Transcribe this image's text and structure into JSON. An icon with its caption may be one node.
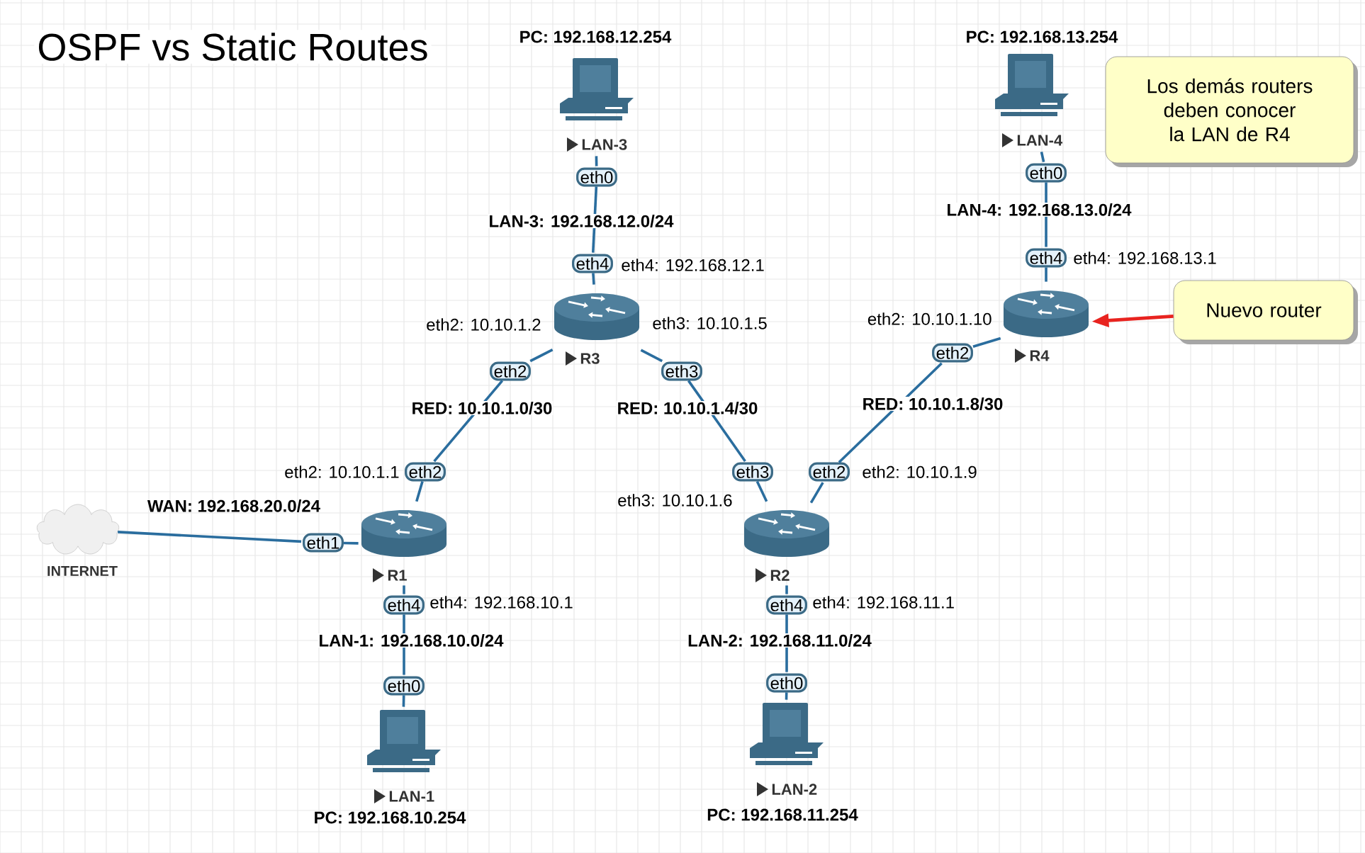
{
  "diagram": {
    "title": "OSPF vs Static Routes",
    "nodes": [
      {
        "text": [
          "LAN-3"
        ],
        "beside": [
          "PC: 192.168.12.254"
        ]
      },
      {
        "text": [
          "eth0"
        ]
      },
      {
        "text": [
          "eth4"
        ],
        "beside": [
          "eth4: 192.168.12.1"
        ]
      },
      {
        "text": [
          "LAN-4"
        ],
        "beside": [
          "PC: 192.168.13.254"
        ]
      },
      {
        "text": [
          "Los demás routers deben conocer la LAN de R4"
        ]
      },
      {
        "text": [
          "eth0"
        ]
      },
      {
        "text": [
          "eth4"
        ],
        "beside": [
          "eth4: 192.168.13.1"
        ]
      },
      {
        "text": [
          "R3"
        ],
        "beside": [
          "eth2: 10.10.1.2",
          "eth3: 10.10.1.5"
        ]
      },
      {
        "text": [
          "R4"
        ],
        "beside": [
          "eth2: 10.10.1.10"
        ]
      },
      {
        "text": [
          "Nuevo router"
        ]
      },
      {
        "text": [
          "eth2"
        ]
      },
      {
        "text": [
          "eth3"
        ]
      },
      {
        "text": [
          "eth2"
        ]
      },
      {
        "text": [
          "eth2"
        ],
        "beside": [
          "eth2: 10.10.1.1"
        ]
      },
      {
        "text": [
          "eth3"
        ]
      },
      {
        "text": [
          "eth2"
        ],
        "beside": [
          "eth2: 10.10.1.9"
        ]
      },
      {
        "text": [
          "INTERNET"
        ]
      },
      {
        "text": [
          "eth1"
        ]
      },
      {
        "text": [
          "R1"
        ],
        "beside": [
          "eth4: 192.168.10.1"
        ]
      },
      {
        "text": [
          "R2"
        ],
        "beside": [
          "eth3: 10.10.1.6",
          "eth4: 192.168.11.1"
        ]
      },
      {
        "text": [
          "eth4"
        ]
      },
      {
        "text": [
          "eth4"
        ]
      },
      {
        "text": [
          "eth0"
        ]
      },
      {
        "text": [
          "eth0"
        ]
      },
      {
        "text": [
          "LAN-1"
        ],
        "beside": [
          "PC: 192.168.10.254"
        ]
      },
      {
        "text": [
          "LAN-2"
        ],
        "beside": [
          "PC: 192.168.11.254"
        ]
      }
    ],
    "edges": [
      {
        "from": 0,
        "to": 1,
        "arrow": "none"
      },
      {
        "from": 1,
        "to": 2,
        "arrow": "none",
        "label": "LAN-3: 192.168.12.0/24"
      },
      {
        "from": 2,
        "to": 7,
        "arrow": "none"
      },
      {
        "from": 3,
        "to": 5,
        "arrow": "none"
      },
      {
        "from": 5,
        "to": 6,
        "arrow": "none",
        "label": "LAN-4: 192.168.13.0/24"
      },
      {
        "from": 6,
        "to": 8,
        "arrow": "none"
      },
      {
        "from": 9,
        "to": 8,
        "arrow": "to",
        "color": "#e8231f"
      },
      {
        "from": 7,
        "to": 10,
        "arrow": "none"
      },
      {
        "from": 10,
        "to": 13,
        "arrow": "none",
        "label": "RED: 10.10.1.0/30"
      },
      {
        "from": 13,
        "to": 18,
        "arrow": "none"
      },
      {
        "from": 7,
        "to": 11,
        "arrow": "none"
      },
      {
        "from": 11,
        "to": 14,
        "arrow": "none",
        "label": "RED: 10.10.1.4/30"
      },
      {
        "from": 14,
        "to": 19,
        "arrow": "none"
      },
      {
        "from": 19,
        "to": 15,
        "arrow": "none"
      },
      {
        "from": 15,
        "to": 12,
        "arrow": "none",
        "label": "RED: 10.10.1.8/30"
      },
      {
        "from": 12,
        "to": 8,
        "arrow": "none"
      },
      {
        "from": 16,
        "to": 17,
        "arrow": "none",
        "label": "WAN: 192.168.20.0/24"
      },
      {
        "from": 17,
        "to": 18,
        "arrow": "none"
      },
      {
        "from": 18,
        "to": 20,
        "arrow": "none"
      },
      {
        "from": 20,
        "to": 22,
        "arrow": "none",
        "label": "LAN-1: 192.168.10.0/24"
      },
      {
        "from": 22,
        "to": 24,
        "arrow": "none"
      },
      {
        "from": 19,
        "to": 21,
        "arrow": "none"
      },
      {
        "from": 21,
        "to": 23,
        "arrow": "none",
        "label": "LAN-2: 192.168.11.0/24"
      },
      {
        "from": 23,
        "to": 25,
        "arrow": "none"
      }
    ]
  }
}
